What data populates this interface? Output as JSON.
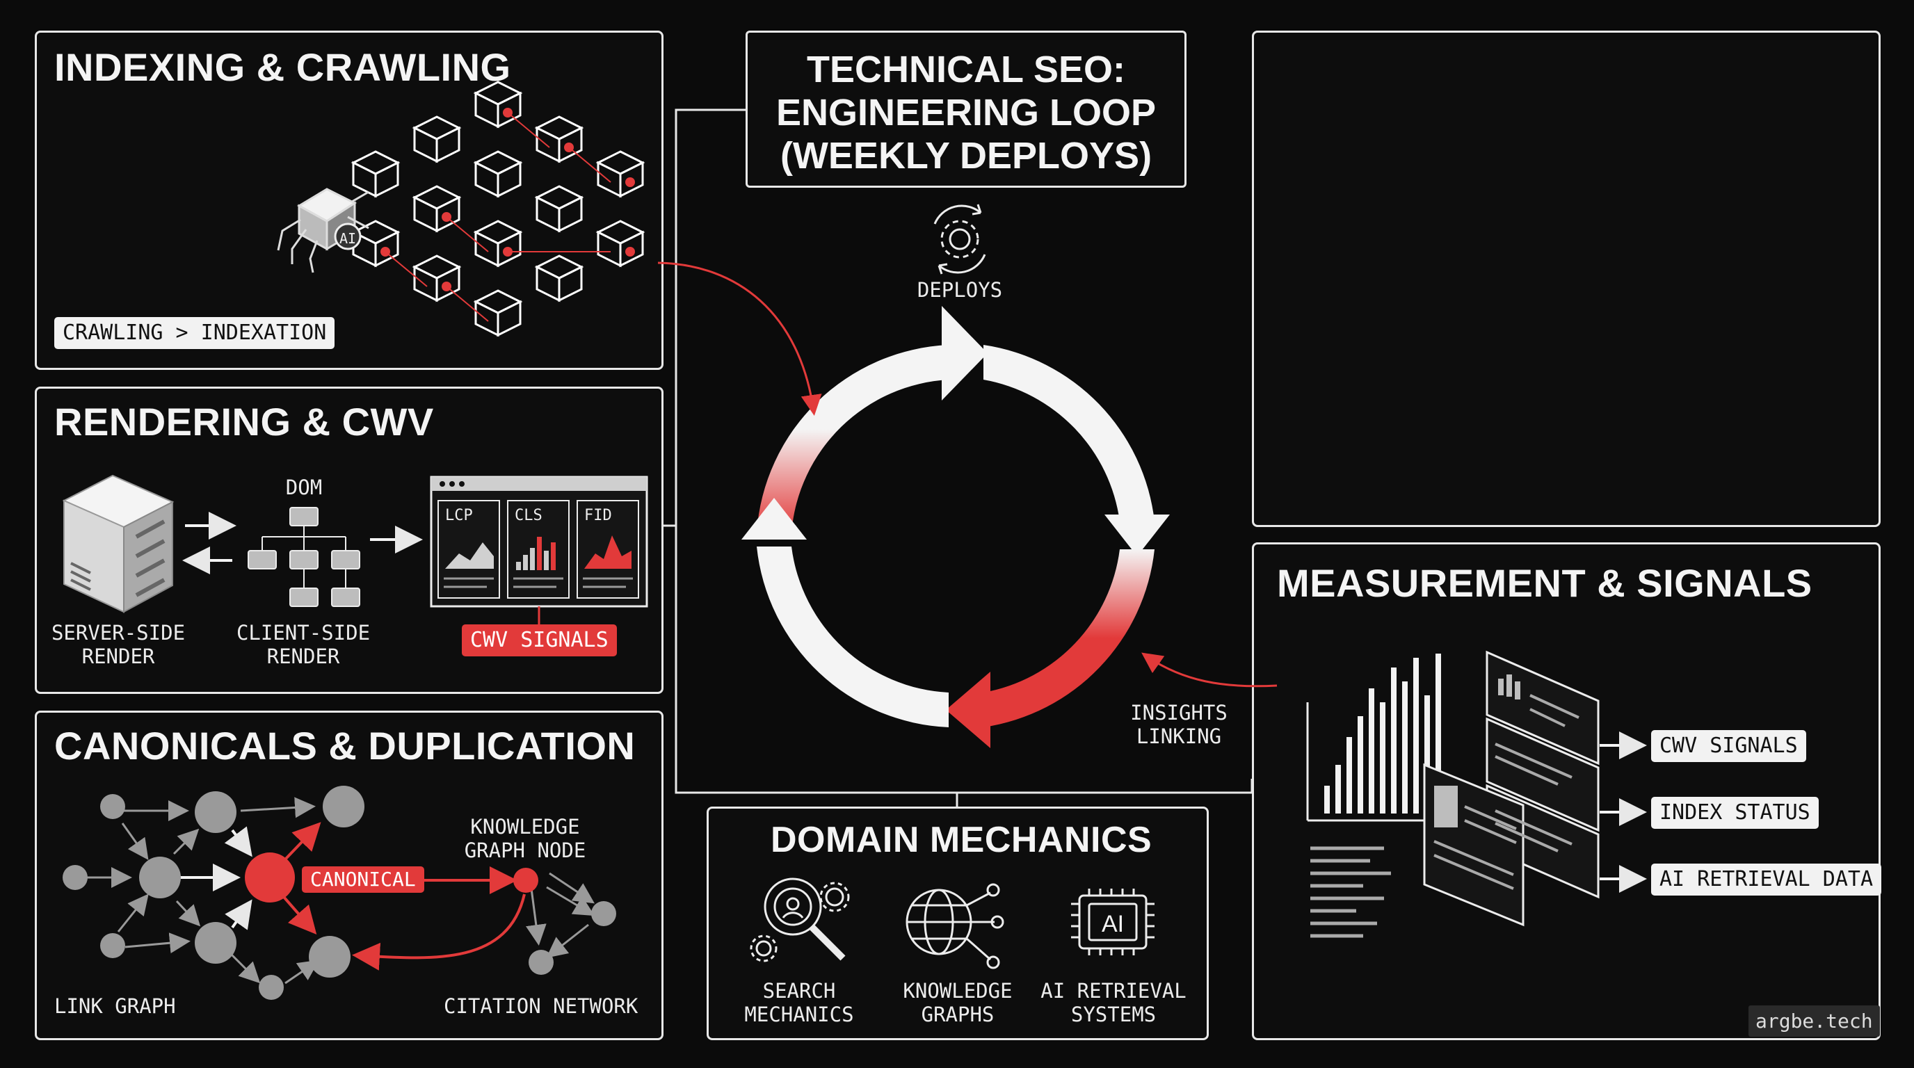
{
  "title": {
    "line1": "TECHNICAL SEO:",
    "line2": "ENGINEERING LOOP",
    "line3": "(WEEKLY DEPLOYS)"
  },
  "cycle": {
    "deploys_label": "DEPLOYS",
    "insights_line1": "INSIGHTS",
    "insights_line2": "LINKING"
  },
  "indexing": {
    "title": "INDEXING & CRAWLING",
    "tag": "CRAWLING > INDEXATION",
    "robot_badge": "AI"
  },
  "rendering": {
    "title": "RENDERING & CWV",
    "dom_label": "DOM",
    "ssr_line1": "SERVER-SIDE",
    "ssr_line2": "RENDER",
    "csr_line1": "CLIENT-SIDE",
    "csr_line2": "RENDER",
    "metrics": [
      "LCP",
      "CLS",
      "FID"
    ],
    "tag": "CWV SIGNALS"
  },
  "canonicals": {
    "title": "CANONICALS & DUPLICATION",
    "canonical_tag": "CANONICAL",
    "kg_line1": "KNOWLEDGE",
    "kg_line2": "GRAPH NODE",
    "link_graph": "LINK GRAPH",
    "citation_network": "CITATION NETWORK"
  },
  "domain": {
    "title": "DOMAIN MECHANICS",
    "items": [
      {
        "line1": "SEARCH",
        "line2": "MECHANICS",
        "icon": "magnifier-gears-icon"
      },
      {
        "line1": "KNOWLEDGE",
        "line2": "GRAPHS",
        "icon": "globe-network-icon"
      },
      {
        "line1": "AI RETRIEVAL",
        "line2": "SYSTEMS",
        "icon": "ai-chip-icon"
      }
    ],
    "chip_text": "AI"
  },
  "measurement": {
    "title": "MEASUREMENT & SIGNALS",
    "outputs": [
      "CWV SIGNALS",
      "INDEX STATUS",
      "AI RETRIEVAL DATA"
    ]
  },
  "watermark": "argbe.tech",
  "colors": {
    "accent_red": "#e23a3a",
    "line": "#e8e8e8",
    "background": "#0b0b0b"
  }
}
